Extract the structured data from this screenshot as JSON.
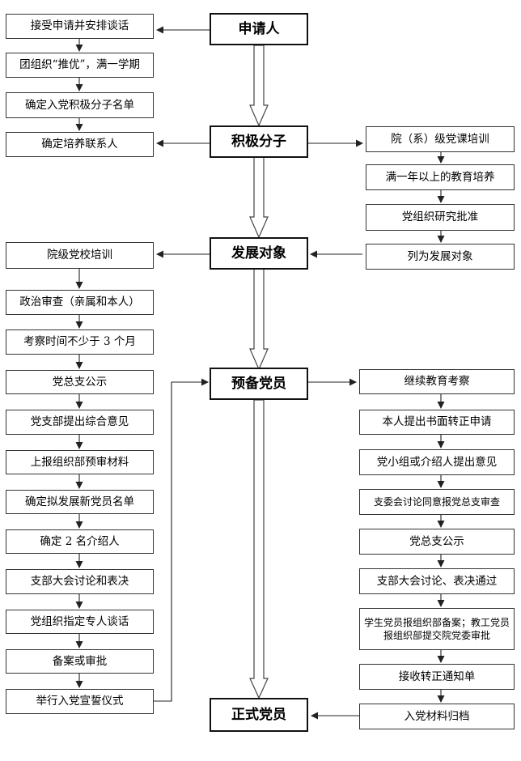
{
  "stages": {
    "applicant": "申请人",
    "activist": "积极分子",
    "development_target": "发展对象",
    "probationary_member": "预备党员",
    "full_member": "正式党员"
  },
  "applicant_steps": [
    "接受申请并安排谈话",
    "团组织“推优”，满一学期",
    "确定入党积极分子名单",
    "确定培养联系人"
  ],
  "activist_steps": [
    "院（系）级党课培训",
    "满一年以上的教育培养",
    "党组织研究批准",
    "列为发展对象"
  ],
  "development_steps": [
    "院级党校培训",
    "政治审查（亲属和本人）",
    "考察时间不少于 3 个月",
    "党总支公示",
    "党支部提出综合意见",
    "上报组织部预审材料",
    "确定拟发展新党员名单",
    "确定 2 名介绍人",
    "支部大会讨论和表决",
    "党组织指定专人谈话",
    "备案或审批",
    "举行入党宣誓仪式"
  ],
  "probationary_steps": [
    "继续教育考察",
    "本人提出书面转正申请",
    "党小组或介绍人提出意见",
    "支委会讨论同意报党总支审查",
    "党总支公示",
    "支部大会讨论、表决通过",
    "学生党员报组织部备案；教工党员报组织部提交院党委审批",
    "接收转正通知单",
    "入党材料归档"
  ]
}
